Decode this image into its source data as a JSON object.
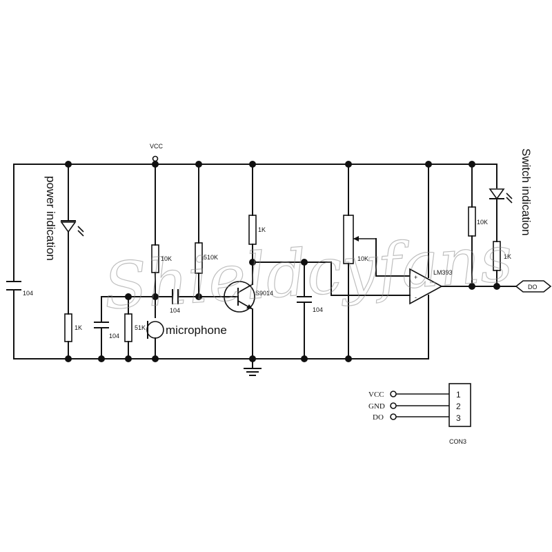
{
  "labels": {
    "vcc": "VCC",
    "power_indication": "power indication",
    "switch_indication": "Switch indication",
    "microphone": "microphone",
    "transistor": "S9014",
    "comparator": "LM393",
    "output": "DO"
  },
  "components": {
    "c_left": "104",
    "r_power_led": "1K",
    "c_mic_bias": "104",
    "r_mic_pulldown": "51K",
    "r_mic_bias": "10K",
    "c_coupling": "104",
    "r_base": "510K",
    "r_collector": "1K",
    "c_filter": "104",
    "pot": "10K",
    "r_pullup": "10K",
    "r_switch_led": "1K"
  },
  "comparator_pins": {
    "plus": "+",
    "minus": "-"
  },
  "connector": {
    "name": "CON3",
    "pins": [
      {
        "signal": "VCC",
        "number": "1"
      },
      {
        "signal": "GND",
        "number": "2"
      },
      {
        "signal": "DO",
        "number": "3"
      }
    ]
  },
  "watermark": "Shieldcyfans"
}
